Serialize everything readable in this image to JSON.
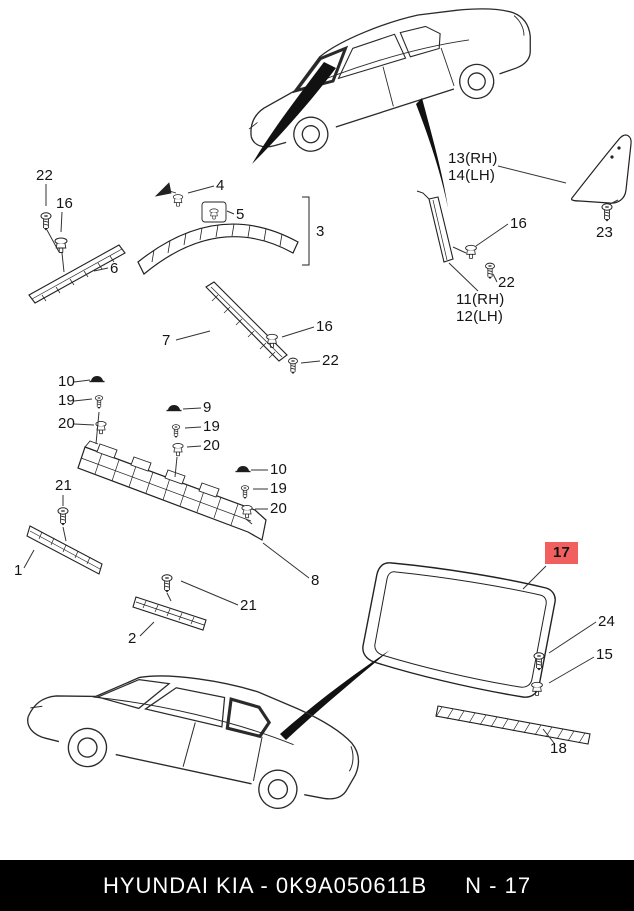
{
  "diagram": {
    "labels": [
      {
        "text": "22"
      },
      {
        "text": "16"
      },
      {
        "text": "4"
      },
      {
        "text": "5"
      },
      {
        "text": "3"
      },
      {
        "text": "6"
      },
      {
        "text": "13(RH)"
      },
      {
        "text": "14(LH)"
      },
      {
        "text": "23"
      },
      {
        "text": "16"
      },
      {
        "text": "22"
      },
      {
        "text": "11(RH)"
      },
      {
        "text": "12(LH)"
      },
      {
        "text": "7"
      },
      {
        "text": "16"
      },
      {
        "text": "22"
      },
      {
        "text": "10"
      },
      {
        "text": "19"
      },
      {
        "text": "20"
      },
      {
        "text": "9"
      },
      {
        "text": "19"
      },
      {
        "text": "20"
      },
      {
        "text": "10"
      },
      {
        "text": "19"
      },
      {
        "text": "20"
      },
      {
        "text": "21"
      },
      {
        "text": "1"
      },
      {
        "text": "8"
      },
      {
        "text": "21"
      },
      {
        "text": "2"
      },
      {
        "text": "17",
        "highlighted": true
      },
      {
        "text": "24"
      },
      {
        "text": "15"
      },
      {
        "text": "18"
      }
    ],
    "highlight_color": "#f25f5f",
    "line_color": "#222222",
    "footer": {
      "brand": "HYUNDAI  KIA - 0K9A050611B",
      "page": "N - 17",
      "bg": "#000000",
      "fg": "#ffffff"
    }
  }
}
